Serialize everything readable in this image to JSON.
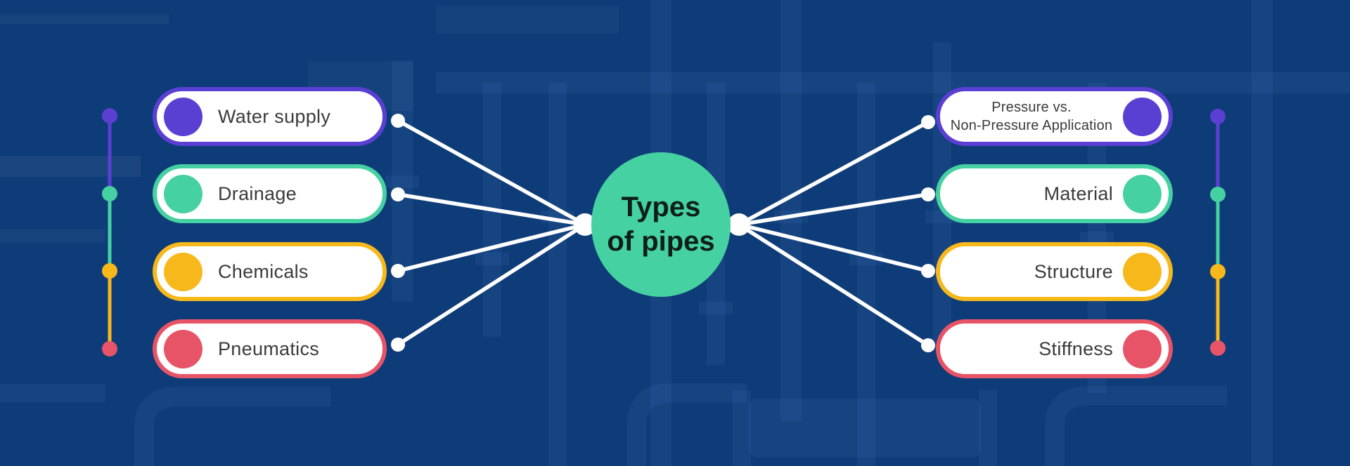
{
  "center": {
    "line1": "Types",
    "line2": "of pipes",
    "fill": "#45D1A2",
    "text_color": "#0F1E19"
  },
  "colors": {
    "purple": "#5B3FD3",
    "teal": "#45D1A2",
    "yellow": "#F7B81C",
    "red": "#E85467",
    "background": "#0E3C78",
    "white": "#FFFFFF",
    "label_text": "#3B3B3B"
  },
  "left_items": [
    {
      "label": "Water supply",
      "color": "#5B3FD3"
    },
    {
      "label": "Drainage",
      "color": "#45D1A2"
    },
    {
      "label": "Chemicals",
      "color": "#F7B81C"
    },
    {
      "label": "Pneumatics",
      "color": "#E85467"
    }
  ],
  "right_items": [
    {
      "lines": [
        "Pressure vs.",
        "Non-Pressure Application"
      ],
      "color": "#5B3FD3"
    },
    {
      "label": "Material",
      "color": "#45D1A2"
    },
    {
      "label": "Structure",
      "color": "#F7B81C"
    },
    {
      "label": "Stiffness",
      "color": "#E85467"
    }
  ]
}
